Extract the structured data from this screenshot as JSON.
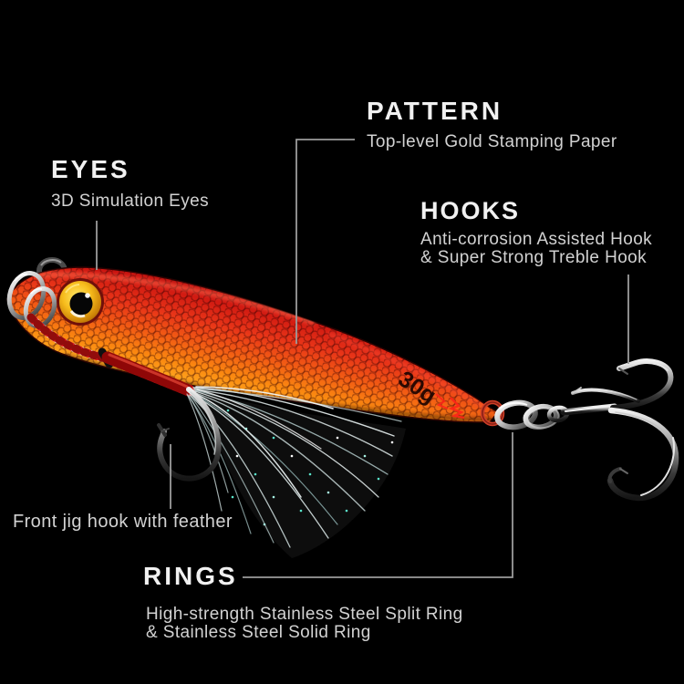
{
  "scene": {
    "background_color": "#000000",
    "connector_line_color": "#9c9c9c",
    "title_color": "#f1f1f1",
    "description_color": "#d2d2d2"
  },
  "annotations": {
    "eyes": {
      "title": "EYES",
      "description": "3D Simulation Eyes"
    },
    "pattern": {
      "title": "PATTERN",
      "description": "Top-level Gold Stamping Paper"
    },
    "hooks": {
      "title": "HOOKS",
      "description_line1": "Anti-corrosion Assisted Hook",
      "description_line2": "& Super Strong Treble Hook"
    },
    "front_hook": {
      "description": "Front jig hook with feather"
    },
    "rings": {
      "title": "RINGS",
      "description_line1": "High-strength Stainless Steel Split Ring",
      "description_line2": "& Stainless Steel Solid Ring"
    }
  },
  "lure": {
    "weight_marking": "30g",
    "colors": {
      "body_dark_top": "#3a0404",
      "body_red": "#cc1410",
      "body_orange": "#f25c14",
      "body_gold": "#ffac22",
      "eye_iris_gold": "#f7bc1c",
      "assist_cord_red": "#c40e0e",
      "feather_silver": "#dcecec",
      "feather_sparkle_teal": "#55dcc8",
      "hardware_steel": "#c0c0c0"
    }
  }
}
